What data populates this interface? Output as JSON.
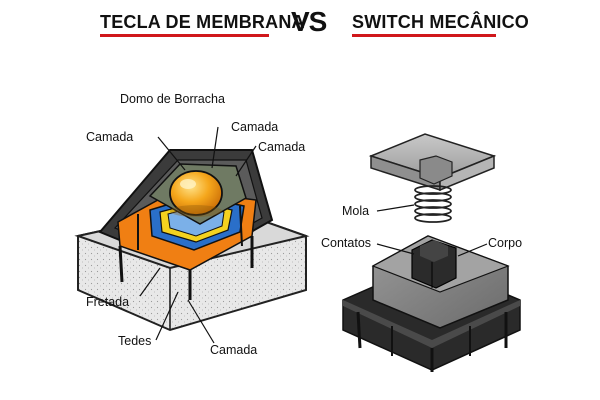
{
  "header": {
    "left_title": "TECLA DE MEMBRANA",
    "vs": "VS",
    "right_title": "SWITCH MECÂNICO",
    "accent": "#d0171b"
  },
  "membrane": {
    "labels": {
      "dome": "Domo de Borracha",
      "layer_left": "Camada",
      "layer_top": "Camada",
      "layer_right": "Camada",
      "fretada": "Fretada",
      "tedes": "Tedes",
      "layer_bottom": "Camada"
    },
    "colors": {
      "dome": "#f3a21a",
      "layer_orange": "#f07f13",
      "layer_blue": "#2a6fc9",
      "layer_yellow": "#f4d21f",
      "base": "#e4e4e4",
      "frame": "#3b3b3b"
    }
  },
  "mechanical": {
    "labels": {
      "mola": "Mola",
      "contatos": "Contatos",
      "corpo": "Corpo"
    },
    "colors": {
      "cap": "#a9a9a9",
      "housing": "#7e7e7e",
      "stem": "#2b2b2b",
      "base": "#2a2a2a"
    }
  }
}
